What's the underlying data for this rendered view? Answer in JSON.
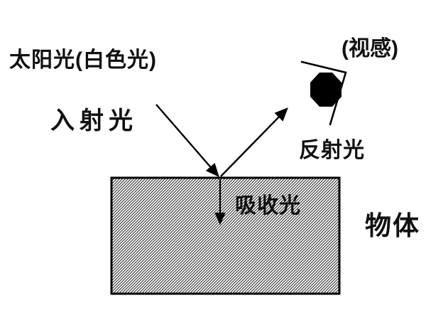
{
  "diagram": {
    "labels": {
      "sunlight": "太阳光(白色光)",
      "incident_light": "入射光",
      "visual_perception": "(视感)",
      "reflected_light": "反射光",
      "absorbed_light": "吸收光",
      "object": "物体"
    },
    "colors": {
      "stroke": "#000000",
      "text": "#111111",
      "hatch_line": "#2f2f2f",
      "background": "#ffffff"
    },
    "icons": {
      "eye_pupil": "eye-pupil-icon"
    }
  }
}
